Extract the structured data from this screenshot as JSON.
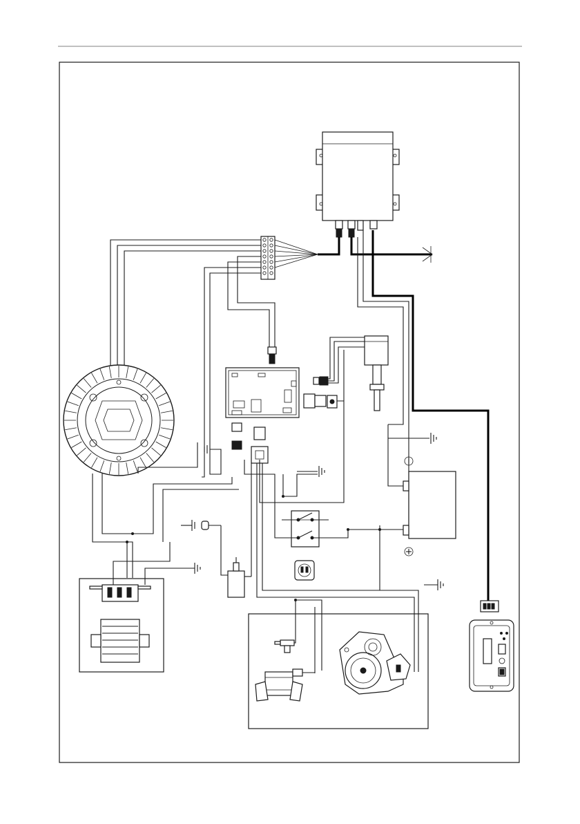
{
  "page": {
    "header_rule_color": "#9a9a9a",
    "frame_color": "#1a1a1a"
  },
  "components": {
    "control_unit": {
      "icon": "control-box"
    },
    "wiring_harness": {
      "icon": "connector-strip"
    },
    "stator": {
      "icon": "alternator-stator"
    },
    "electronic_board": {
      "icon": "pcb"
    },
    "solenoid": {
      "icon": "stepper-solenoid"
    },
    "battery": {
      "icon": "battery",
      "positive_icon": "plus-circle",
      "negative_icon": "minus-circle"
    },
    "switch": {
      "icon": "double-pole-switch"
    },
    "socket": {
      "icon": "power-socket"
    },
    "regulator": {
      "icon": "voltage-regulator"
    },
    "ignition_coil": {
      "icon": "ignition-coil"
    },
    "spark_plug": {
      "icon": "spark-plug"
    },
    "starter_motor": {
      "icon": "starter-motor"
    },
    "remote_panel": {
      "icon": "remote-control-panel"
    },
    "ground_symbols": {
      "icon": "ground"
    }
  }
}
